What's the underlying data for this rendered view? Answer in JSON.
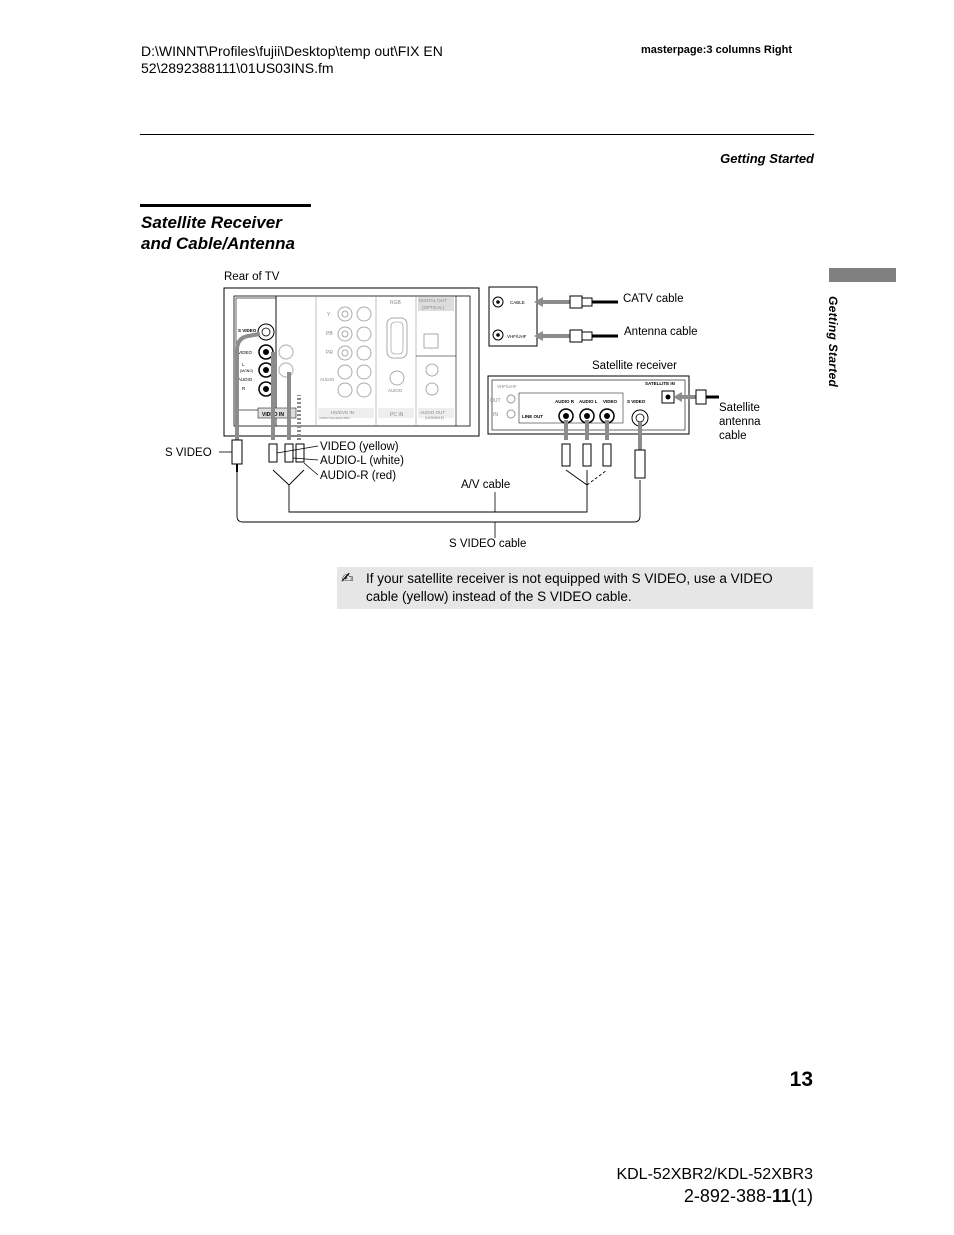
{
  "header": {
    "file_path_line1": "D:\\WINNT\\Profiles\\fujii\\Desktop\\temp out\\FIX EN",
    "file_path_line2": "52\\2892388111\\01US03INS.fm",
    "masterpage": "masterpage:3 columns Right",
    "running_head": "Getting Started"
  },
  "side_tab": {
    "label": "Getting Started"
  },
  "section": {
    "title_line1": "Satellite Receiver",
    "title_line2": "and Cable/Antenna"
  },
  "diagram": {
    "rear_of_tv": "Rear of TV",
    "tv_panel": {
      "svideo": "S VIDEO",
      "video": "VIDEO",
      "l_mono": "L",
      "mono": "(MONO)",
      "audio": "AUDIO",
      "r": "R",
      "video_in_label": "VIDEO IN",
      "y": "Y",
      "pb": "PB",
      "pr": "PR",
      "hddvd_in": "HD/DVD IN",
      "hddvd_sub": "(1080i/720p/480p/480i)",
      "rgb": "RGB",
      "pc_in": "PC IN",
      "audio_small": "AUDIO",
      "digital_out": "DIGITAL OUT",
      "optical": "(OPTICAL)",
      "audio_out": "AUDIO OUT",
      "variable": "(VARIABLE)"
    },
    "antenna_box": {
      "cable": "CABLE",
      "vhf_uhf": "VHF/UHF"
    },
    "catv_cable": "CATV cable",
    "antenna_cable": "Antenna cable",
    "satellite_receiver": "Satellite receiver",
    "receiver_panel": {
      "vhf_uhf": "VHF/UHF",
      "out": "OUT",
      "in": "IN",
      "line_out": "LINE OUT",
      "audio_r": "AUDIO R",
      "audio_l": "AUDIO L",
      "video": "VIDEO",
      "s_video": "S VIDEO",
      "satellite_in": "SATELLITE IN"
    },
    "satellite_antenna_cable": [
      "Satellite",
      "antenna",
      "cable"
    ],
    "s_video_label": "S VIDEO",
    "video_yellow": "VIDEO (yellow)",
    "audio_l_white": "AUDIO-L (white)",
    "audio_r_red": "AUDIO-R (red)",
    "av_cable": "A/V cable",
    "s_video_cable": "S VIDEO cable"
  },
  "note": {
    "icon": "note-pencil-icon",
    "text": "If your satellite receiver is not equipped with S VIDEO, use a VIDEO cable (yellow) instead of the S VIDEO cable."
  },
  "page_number": "13",
  "footer": {
    "model": "KDL-52XBR2/KDL-52XBR3",
    "part_prefix": "2-892-388-",
    "part_bold": "11",
    "part_suffix": "(1)"
  }
}
